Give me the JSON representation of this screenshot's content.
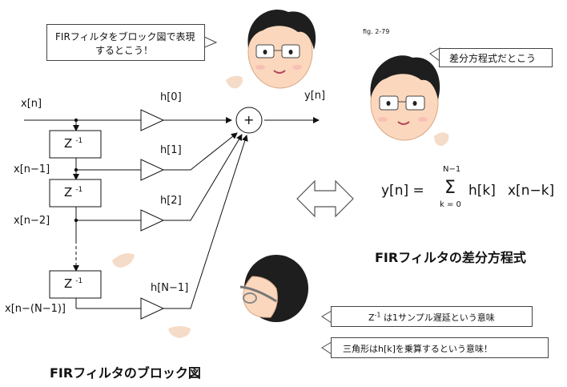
{
  "fig_label": "fig. 2-79",
  "bubbles": {
    "block_diagram_line1": "FIRフィルタをブロック図で表現",
    "block_diagram_line2": "するとこう！",
    "difference_eq": "差分方程式だとこう",
    "z_note": "は1サンプル遅延という意味",
    "z_note_symbol": "Z",
    "z_note_exp": "-1",
    "triangle_note": "三角形はh[k]を乗算するという意味！"
  },
  "block_diagram": {
    "input_label": "x[n]",
    "output_label": "y[n]",
    "adder_symbol": "+",
    "delays": [
      {
        "symbol": "Z",
        "exp": "-1"
      },
      {
        "symbol": "Z",
        "exp": "-1"
      },
      {
        "symbol": "Z",
        "exp": "-1"
      }
    ],
    "tap_inputs": [
      "x[n−1]",
      "x[n−2]",
      "x[n−(N−1)]"
    ],
    "coefficients": [
      "h[0]",
      "h[1]",
      "h[2]",
      "h[N−1]"
    ],
    "caption": "FIRフィルタのブロック図"
  },
  "equation": {
    "lhs": "y[n] =",
    "sigma": "Σ",
    "upper": "N−1",
    "lower": "k = 0",
    "term1": "h[k]",
    "term2": "x[n−k]",
    "caption": "FIRフィルタの差分方程式"
  }
}
